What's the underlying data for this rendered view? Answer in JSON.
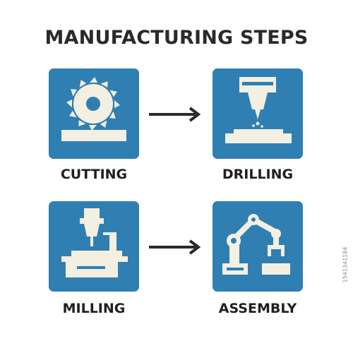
{
  "title": "MANUFACTURING STEPS",
  "steps": [
    {
      "label": "CUTTING",
      "icon": "circular-saw-icon"
    },
    {
      "label": "DRILLING",
      "icon": "drill-press-icon"
    },
    {
      "label": "MILLING",
      "icon": "milling-machine-icon"
    },
    {
      "label": "ASSEMBLY",
      "icon": "robotic-arm-icon"
    }
  ],
  "arrows": [
    "arrow-right-icon",
    "arrow-right-icon"
  ],
  "watermark_id": "1541341184",
  "colors": {
    "tile": "#2f7fb3",
    "icon": "#f3efe1",
    "text": "#1f1f1f",
    "arrow": "#2a2a2a"
  }
}
